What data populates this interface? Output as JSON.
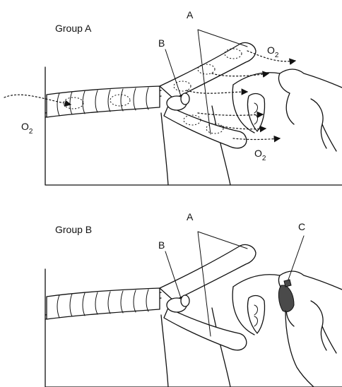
{
  "panels": [
    {
      "title": "Group A",
      "labels": {
        "a": "A",
        "b": "B"
      },
      "oxygen": {
        "base": "O",
        "sub": "2"
      }
    },
    {
      "title": "Group B",
      "labels": {
        "a": "A",
        "b": "B",
        "c": "C"
      }
    }
  ]
}
